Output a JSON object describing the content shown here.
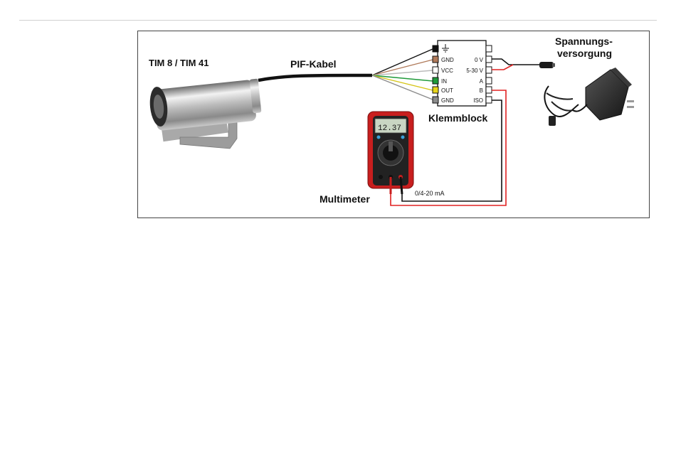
{
  "diagram": {
    "labels": {
      "sensor": "TIM 8 / TIM 41",
      "cable": "PIF-Kabel",
      "terminal": "Klemmblock",
      "power_line1": "Spannungs-",
      "power_line2": "versorgung",
      "meter": "Multimeter",
      "current": "0/4-20 mA",
      "display": "12.37"
    },
    "terminal_left": [
      {
        "label": "",
        "color": "#111111",
        "symbol": "ground"
      },
      {
        "label": "GND",
        "color": "#b07a5a"
      },
      {
        "label": "VCC",
        "color": "#ffffff"
      },
      {
        "label": "IN",
        "color": "#1f9a3a"
      },
      {
        "label": "OUT",
        "color": "#e8d51a"
      },
      {
        "label": "GND",
        "color": "#8c8c8c"
      }
    ],
    "terminal_right": [
      "",
      "0 V",
      "5-30 V",
      "A",
      "B",
      "ISO"
    ],
    "colors": {
      "wire_red": "#e02020",
      "wire_black": "#111111",
      "meter_body": "#c81e1e"
    }
  }
}
